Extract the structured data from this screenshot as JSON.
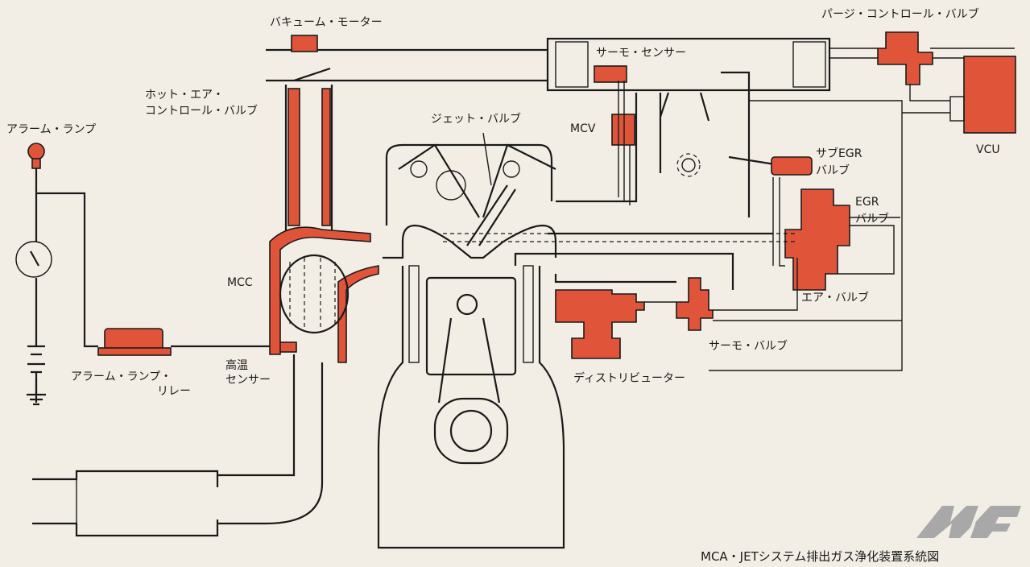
{
  "labels": {
    "vacuum_motor": "バキューム・モーター",
    "purge_control_valve": "パージ・コントロール・バルブ",
    "thermo_sensor": "サーモ・センサー",
    "hot_air_control_valve_1": "ホット・エア・",
    "hot_air_control_valve_2": "コントロール・バルブ",
    "alarm_lamp": "アラーム・ランプ",
    "jet_valve": "ジェット・バルブ",
    "mcv": "MCV",
    "vcu": "VCU",
    "sub_egr_valve_1": "サブEGR",
    "sub_egr_valve_2": "バルブ",
    "egr_valve_1": "EGR",
    "egr_valve_2": "バルブ",
    "mcc": "MCC",
    "air_valve": "エア・バルブ",
    "thermo_valve": "サーモ・バルブ",
    "alarm_lamp_relay_1": "アラーム・ランプ・",
    "alarm_lamp_relay_2": "リレー",
    "high_temp_sensor_1": "高温",
    "high_temp_sensor_2": "センサー",
    "distributor": "ディストリビューター"
  },
  "caption": "MCA・JETシステム排出ガス浄化装置系統図",
  "logo": "MF",
  "colors": {
    "accent": "#e0553a",
    "line": "#1a1a1a",
    "background": "#f2eee5",
    "logo": "#a8a8a8"
  }
}
